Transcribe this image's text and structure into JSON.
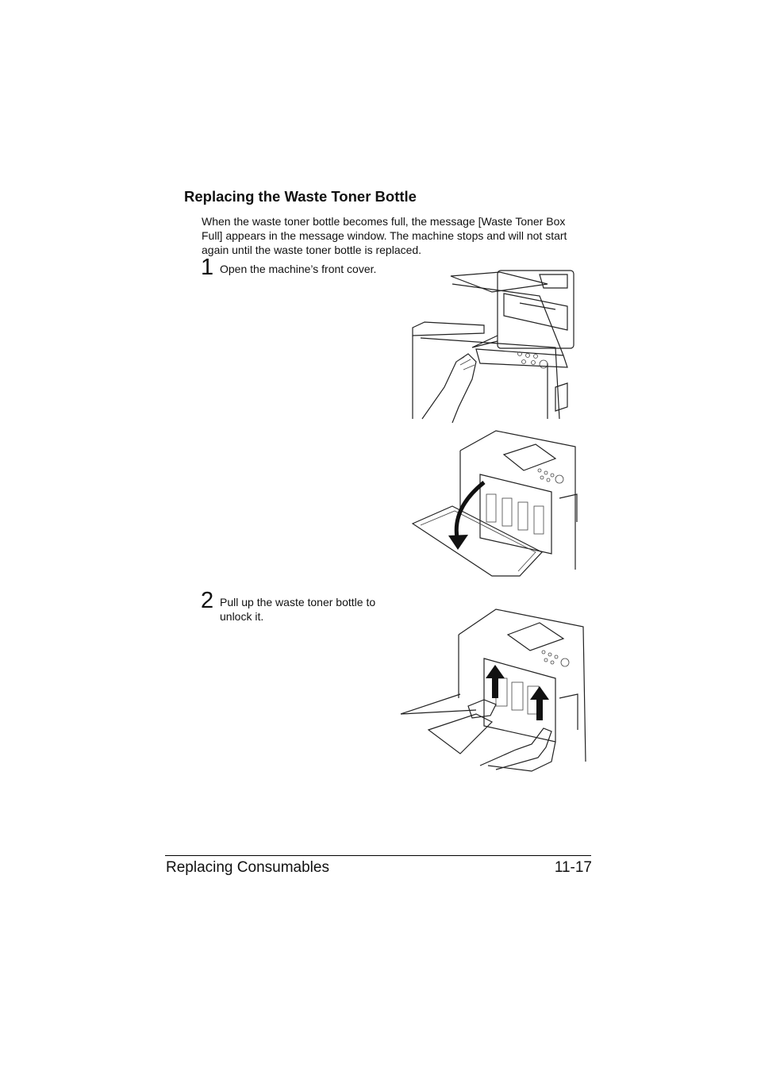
{
  "section": {
    "heading": "Replacing the Waste Toner Bottle",
    "intro": "When the waste toner bottle becomes full, the message [Waste Toner Box Full] appears in the message window. The machine stops and will not start again until the waste toner bottle is replaced."
  },
  "steps": [
    {
      "number": "1",
      "text": "Open the machine’s front cover."
    },
    {
      "number": "2",
      "text": "Pull up the waste toner bottle to unlock it."
    }
  ],
  "footer": {
    "chapter": "Replacing Consumables",
    "page": "11-17"
  }
}
